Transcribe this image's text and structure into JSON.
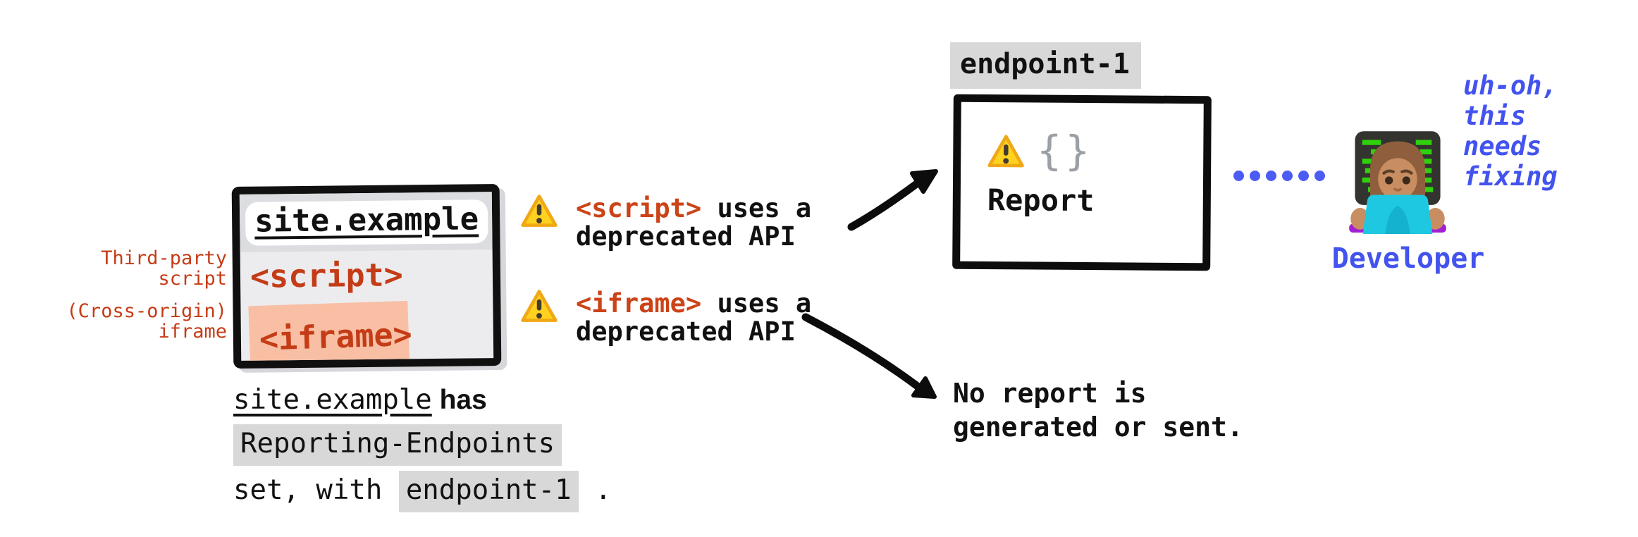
{
  "site": {
    "window_title": "site.example",
    "script_tag": "<script>",
    "iframe_tag": "<iframe>",
    "label_third_party": "Third-party\nscript",
    "label_cross_origin": "(Cross-origin)\niframe"
  },
  "caption": {
    "site": "site.example",
    "has": " has",
    "reporting_endpoints": "Reporting-Endpoints",
    "set_with": "set, with ",
    "endpoint": "endpoint-1",
    "period": " ."
  },
  "warnings": [
    {
      "tag": "<script>",
      "suffix": " uses a",
      "line2": "deprecated API"
    },
    {
      "tag": "<iframe>",
      "suffix": " uses a",
      "line2": "deprecated API"
    }
  ],
  "endpoint_box": {
    "label": "endpoint-1",
    "braces": "{}",
    "report": "Report"
  },
  "no_report": "No report is\ngenerated or sent.",
  "developer": {
    "label": "Developer",
    "thought": "uh-oh,\nthis\nneeds\nfixing"
  },
  "colors": {
    "code_red": "#c43c16",
    "warning_tag_red": "#cc4318",
    "salmon_highlight": "#f8bfa4",
    "code_chip_gray": "#d8d8d8",
    "window_gray": "#ececef",
    "addressbar_gray": "#dcdde1",
    "blue_text": "#4353ee",
    "dot_blue": "#4c5bf2",
    "warning_yellow": "#ffd21f",
    "ink_black": "#101010"
  }
}
